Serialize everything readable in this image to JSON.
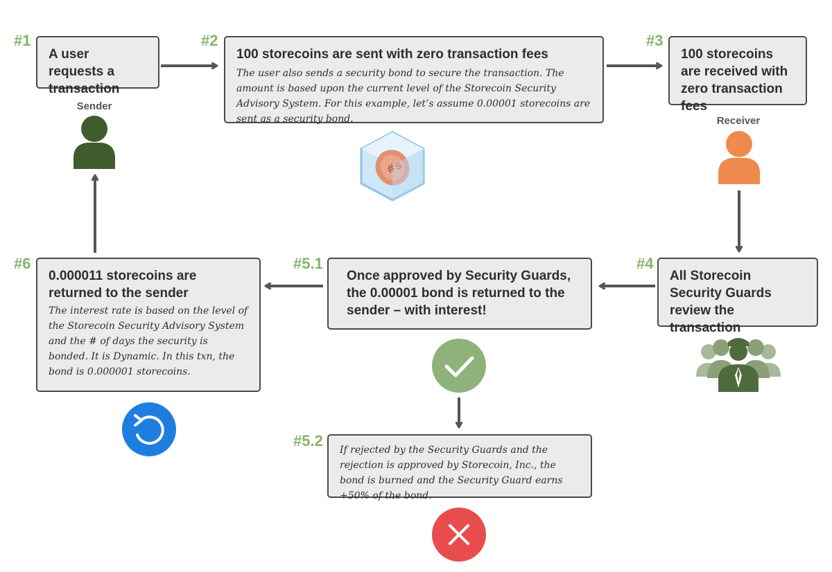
{
  "steps": {
    "s1": {
      "number": "#1",
      "title": "A user requests a transaction"
    },
    "s2": {
      "number": "#2",
      "title": "100 storecoins are sent with zero transaction fees",
      "description": "The user also sends a security bond to secure the transaction. The amount is based upon the current level of the Storecoin Security Advisory System. For this example, let’s assume 0.00001 storecoins  are sent as a security bond."
    },
    "s3": {
      "number": "#3",
      "title": "100 storecoins are received with zero transaction fees"
    },
    "s4": {
      "number": "#4",
      "title": "All Storecoin Security Guards review the transaction"
    },
    "s51": {
      "number": "#5.1",
      "title": "Once approved by Security Guards, the 0.00001 bond is returned to the sender – with interest!"
    },
    "s52": {
      "number": "#5.2",
      "description": "If rejected by the Security Guards and the rejection is approved by Storecoin, Inc., the bond is burned and the Security Guard earns +50% of the bond."
    },
    "s6": {
      "number": "#6",
      "title": "0.000011  storecoins are returned to the sender",
      "description": "The interest rate is based on the level of the Storecoin Security Advisory System and the # of days the security is bonded. It is Dynamic. In this txn, the bond is 0.000001 storecoins."
    }
  },
  "roles": {
    "sender": "Sender",
    "receiver": "Receiver"
  },
  "icons": {
    "sender": "person-icon",
    "receiver": "person-icon",
    "coin": "frozen-coin-icon",
    "guards": "security-guards-icon",
    "approve": "checkmark-icon",
    "reject": "cross-icon",
    "return": "refresh-icon"
  },
  "colors": {
    "step_number": "#86b36b",
    "sender": "#3f5c2e",
    "receiver": "#ef8a4c",
    "approve": "#8fb27a",
    "reject": "#e84c4c",
    "return": "#1e7ee0",
    "guards": "#6e8a5c"
  }
}
